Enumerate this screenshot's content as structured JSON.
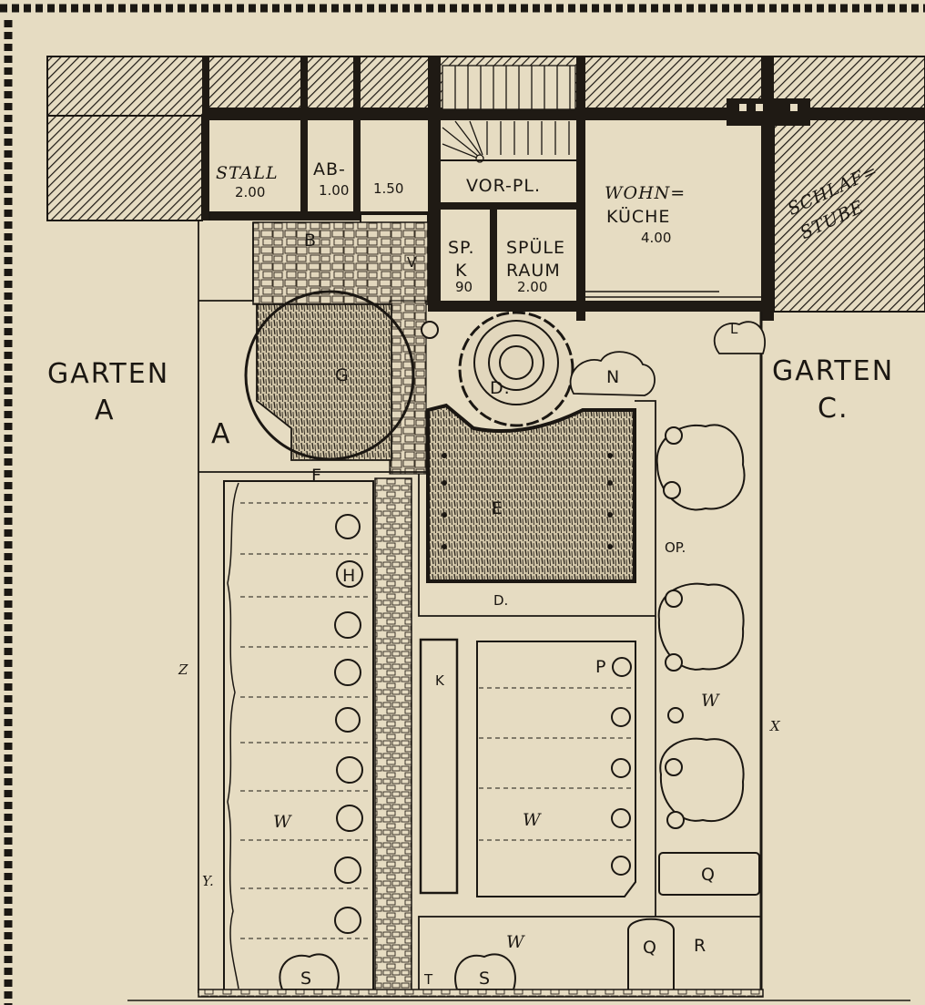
{
  "labels": {
    "garten_a": "GARTEN",
    "garten_a_letter": "A",
    "garten_c": "GARTEN",
    "garten_c_letter": "C.",
    "area_a": "A",
    "stall": "STALL",
    "stall_dim": "2.00",
    "ab": "AB-",
    "ab_dim": "1.00",
    "room_150": "1.50",
    "vor_pl": "VOR-PL.",
    "wohn": "WOHN=",
    "kuche": "KÜCHE",
    "wohn_dim": "4.00",
    "schlaf": "SCHLAF=",
    "stube": "STUBE",
    "sp": "SP.",
    "k": "K",
    "k_dim": "90",
    "spule": "SPÜLE",
    "raum": "RAUM",
    "raum_dim": "2.00",
    "b": "B",
    "v": "V",
    "g": "G",
    "d": "D.",
    "n": "N",
    "e": "E",
    "l": "L",
    "f": "F",
    "h": "H",
    "z": "Z",
    "y": "Y.",
    "k_bed": "K",
    "p": "P",
    "op": "OP.",
    "w1": "W",
    "w2": "W",
    "w3": "W",
    "w4": "W",
    "x": "X",
    "q": "Q",
    "q2": "Q",
    "r": "R",
    "s1": "S",
    "s2": "S",
    "t": "T",
    "dot": "D."
  },
  "colors": {
    "paper": "#e6dcc2",
    "ink": "#1b1712",
    "wall": "#1f1a14"
  }
}
